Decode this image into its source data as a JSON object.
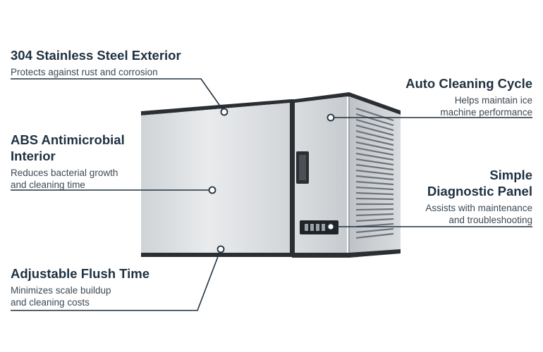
{
  "callouts": {
    "exterior": {
      "title": "304 Stainless Steel Exterior",
      "lines": [
        "Protects against rust and corrosion"
      ]
    },
    "interior": {
      "title_lines": [
        "ABS Antimicrobial",
        "Interior"
      ],
      "lines": [
        "Reduces bacterial growth",
        "and cleaning time"
      ]
    },
    "flush": {
      "title": "Adjustable Flush Time",
      "lines": [
        "Minimizes scale buildup",
        "and cleaning costs"
      ]
    },
    "cleaning": {
      "title": "Auto Cleaning Cycle",
      "lines": [
        "Helps maintain ice",
        "machine performance"
      ]
    },
    "diagnostic": {
      "title_lines": [
        "Simple",
        "Diagnostic Panel"
      ],
      "lines": [
        "Assists with maintenance",
        "and troubleshooting"
      ]
    }
  },
  "colors": {
    "text": "#1f3140",
    "leader_line": "#1f3140",
    "steel": "#d9dcdf",
    "trim": "#2b2f33"
  },
  "icons": [
    "ice-machine-image",
    "control-panel-icon"
  ]
}
